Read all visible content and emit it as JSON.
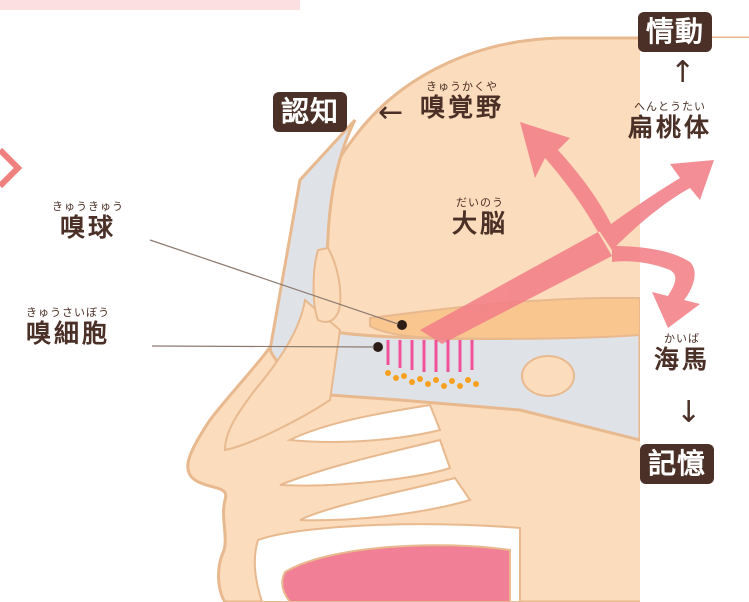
{
  "colors": {
    "head_fill": "#fbdcbc",
    "outline": "#e8b98e",
    "bone_gray": "#dfe3e8",
    "mouth_white": "#ffffff",
    "tongue_pink": "#f17f95",
    "pathway_pink": "#f37f88",
    "olfactory_tract": "#f8c68e",
    "label_box": "#4a3026",
    "label_text": "#4a3026",
    "cell_pink": "#f0509a",
    "cell_dot_orange": "#f5a020",
    "corner_mark": "#f08080"
  },
  "labels": {
    "emotion": "情動",
    "cognition": "認知",
    "memory": "記憶",
    "olfactory_cortex": {
      "ruby": "きゅうかくや",
      "text": "嗅覚野"
    },
    "amygdala": {
      "ruby": "へんとうたい",
      "text": "扁桃体"
    },
    "cerebrum": {
      "ruby": "だいのう",
      "text": "大脳"
    },
    "olfactory_bulb": {
      "ruby": "きゅうきゅう",
      "text": "嗅球"
    },
    "olfactory_cells": {
      "ruby": "きゅうさいぼう",
      "text": "嗅細胞"
    },
    "hippocampus": {
      "ruby": "かいば",
      "text": "海馬"
    }
  },
  "arrows": {
    "left": "←",
    "up": "↑",
    "down": "↓"
  },
  "icons": {
    "corner_mark": "partial-pink-chevron"
  }
}
